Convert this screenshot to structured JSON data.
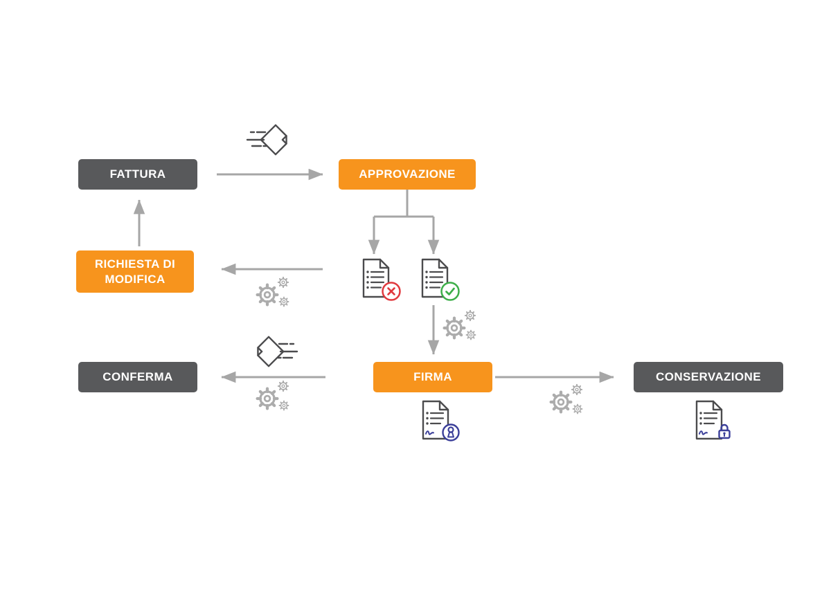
{
  "diagram": {
    "nodes": {
      "fattura": {
        "label": "FATTURA",
        "color": "#58595B"
      },
      "approvazione": {
        "label": "APPROVAZIONE",
        "color": "#F7941D"
      },
      "richiesta_di_modifica": {
        "label": "RICHIESTA DI MODIFICA",
        "color": "#F7941D"
      },
      "conferma": {
        "label": "CONFERMA",
        "color": "#58595B"
      },
      "firma": {
        "label": "FIRMA",
        "color": "#F7941D"
      },
      "conservazione": {
        "label": "CONSERVAZIONE",
        "color": "#58595B"
      }
    },
    "flows": [
      {
        "from": "fattura",
        "to": "approvazione"
      },
      {
        "from": "approvazione",
        "to": "documento-rifiutato"
      },
      {
        "from": "approvazione",
        "to": "documento-approvato"
      },
      {
        "from": "documento-rifiutato",
        "to": "richiesta_di_modifica"
      },
      {
        "from": "richiesta_di_modifica",
        "to": "fattura"
      },
      {
        "from": "documento-approvato",
        "to": "firma"
      },
      {
        "from": "firma",
        "to": "conferma"
      },
      {
        "from": "firma",
        "to": "conservazione"
      }
    ],
    "icon_names": [
      "flying-invoice-icon",
      "gears-icon",
      "rejected-document-icon",
      "approved-document-icon",
      "signed-document-icon",
      "locked-document-icon"
    ],
    "colors": {
      "accent_orange": "#F7941D",
      "dark_gray": "#58595B",
      "arrow_gray": "#A6A6A6",
      "icon_gray": "#ACACAC",
      "outline_dark": "#4B4B4D",
      "error_red": "#E0393E",
      "success_green": "#3DAE49",
      "secure_blue": "#3B3F99"
    }
  }
}
